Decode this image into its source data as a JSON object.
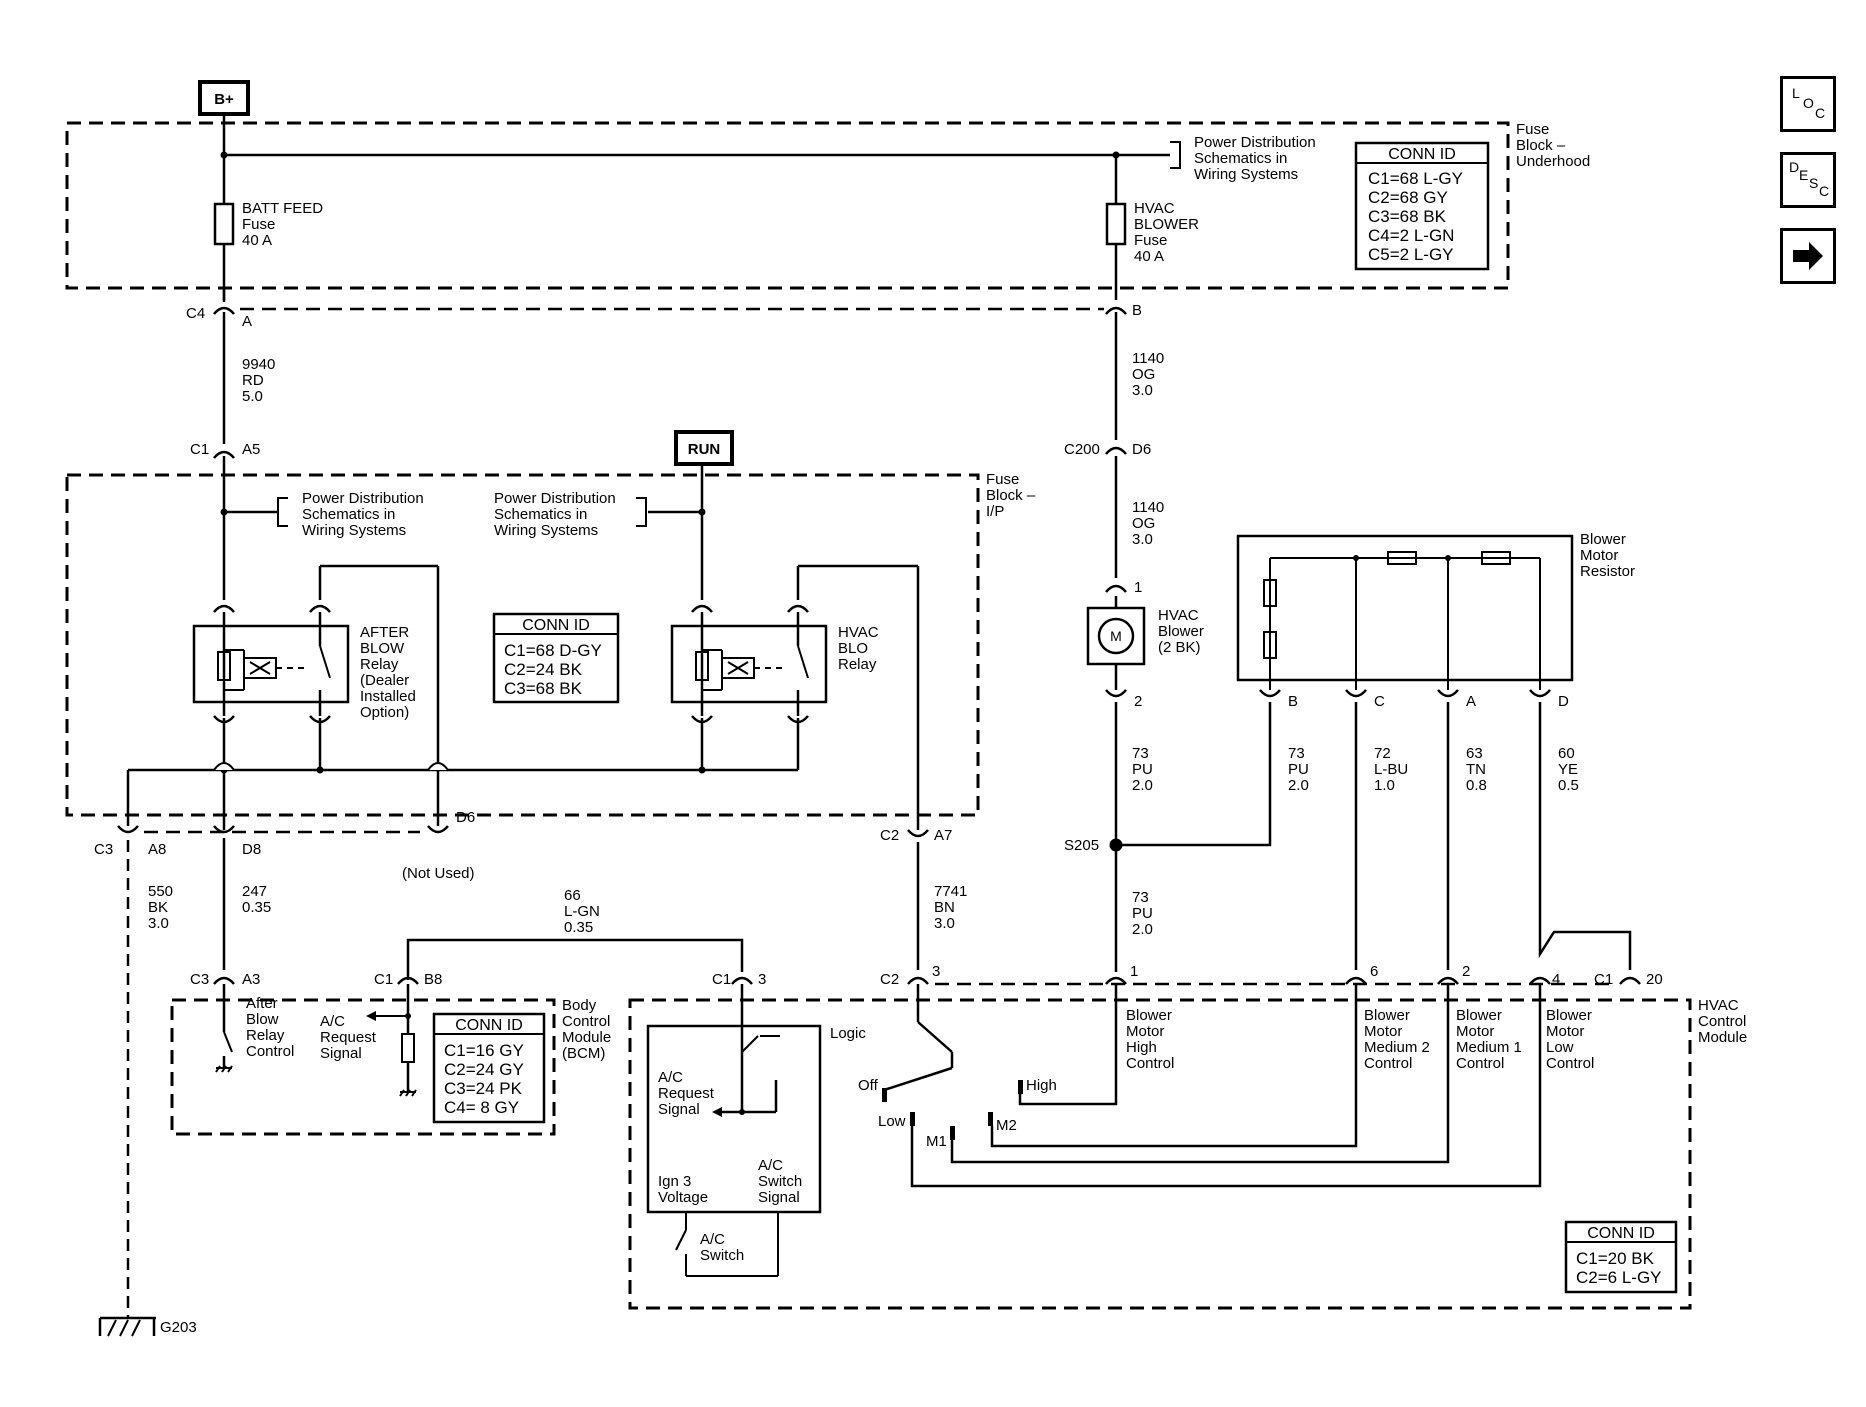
{
  "nav": {
    "loc": [
      "L",
      "O",
      "C"
    ],
    "desc": [
      "D",
      "E",
      "S",
      "C"
    ],
    "next_icon": "right-arrow-icon"
  },
  "power": {
    "bplus": "B+",
    "run": "RUN"
  },
  "fuse_block_underhood": {
    "label": [
      "Fuse",
      "Block –",
      "Underhood"
    ],
    "batt_fuse": [
      "BATT FEED",
      "Fuse",
      "40 A"
    ],
    "hvac_fuse": [
      "HVAC",
      "BLOWER",
      "Fuse",
      "40 A"
    ],
    "pds": [
      "Power Distribution",
      "Schematics in",
      "Wiring Systems"
    ],
    "conn_title": "CONN ID",
    "conn": [
      "C1=68 L-GY",
      "C2=68 GY",
      "C3=68 BK",
      "C4=2 L-GN",
      "C5=2 L-GY"
    ]
  },
  "fuse_block_ip": {
    "label": [
      "Fuse",
      "Block –",
      "I/P"
    ],
    "pds_left": [
      "Power Distribution",
      "Schematics in",
      "Wiring Systems"
    ],
    "pds_right": [
      "Power Distribution",
      "Schematics in",
      "Wiring Systems"
    ],
    "after_blow_relay": [
      "AFTER",
      "BLOW",
      "Relay",
      "(Dealer",
      "Installed",
      "Option)"
    ],
    "hvac_blo_relay": [
      "HVAC",
      "BLO",
      "Relay"
    ],
    "conn_title": "CONN ID",
    "conn": [
      "C1=68 D-GY",
      "C2=24 BK",
      "C3=68 BK"
    ],
    "not_used": "(Not Used)"
  },
  "connectors": {
    "c4": "C4",
    "a": "A",
    "b": "B",
    "c1": "C1",
    "a5": "A5",
    "c200": "C200",
    "d6": "D6",
    "c3": "C3",
    "a8": "A8",
    "d8": "D8",
    "d6b": "D6",
    "c2": "C2",
    "a7": "A7",
    "a3": "A3",
    "b8": "B8",
    "pin3": "3",
    "bcm_c3": "C3",
    "bcm_c1": "C1",
    "logic_c1": "C1",
    "hvac_c2": "C2",
    "hvac_pin3": "3",
    "pin1": "1",
    "pin6": "6",
    "pin2": "2",
    "pin4": "4",
    "hvac_c1": "C1",
    "pin20": "20",
    "motor1": "1",
    "motor2": "2",
    "res_b": "B",
    "res_c": "C",
    "res_a": "A",
    "res_d": "D"
  },
  "wires": {
    "w9940": [
      "9940",
      "RD",
      "5.0"
    ],
    "w1140a": [
      "1140",
      "OG",
      "3.0"
    ],
    "w1140b": [
      "1140",
      "OG",
      "3.0"
    ],
    "w550": [
      "550",
      "BK",
      "3.0"
    ],
    "w247": [
      "247",
      "0.35"
    ],
    "w66": [
      "66",
      "L-GN",
      "0.35"
    ],
    "w7741": [
      "7741",
      "BN",
      "3.0"
    ],
    "w73a": [
      "73",
      "PU",
      "2.0"
    ],
    "w73b": [
      "73",
      "PU",
      "2.0"
    ],
    "w73c": [
      "73",
      "PU",
      "2.0"
    ],
    "w72": [
      "72",
      "L-BU",
      "1.0"
    ],
    "w63": [
      "63",
      "TN",
      "0.8"
    ],
    "w60": [
      "60",
      "YE",
      "0.5"
    ]
  },
  "splice": "S205",
  "ground": "G203",
  "blower": {
    "label": [
      "HVAC",
      "Blower",
      "(2 BK)"
    ],
    "m": "M"
  },
  "resistor": {
    "label": [
      "Blower",
      "Motor",
      "Resistor"
    ]
  },
  "bcm": {
    "label": [
      "Body",
      "Control",
      "Module",
      "(BCM)"
    ],
    "abrc": [
      "After",
      "Blow",
      "Relay",
      "Control"
    ],
    "acreq": [
      "A/C",
      "Request",
      "Signal"
    ],
    "conn_title": "CONN ID",
    "conn": [
      "C1=16 GY",
      "C2=24 GY",
      "C3=24 PK",
      "C4=  8 GY"
    ]
  },
  "hvac_module": {
    "label": [
      "HVAC",
      "Control",
      "Module"
    ],
    "logic": "Logic",
    "acreq": [
      "A/C",
      "Request",
      "Signal"
    ],
    "ign": [
      "Ign 3",
      "Voltage"
    ],
    "acsw_sig": [
      "A/C",
      "Switch",
      "Signal"
    ],
    "acsw": [
      "A/C",
      "Switch"
    ],
    "off": "Off",
    "low": "Low",
    "m1": "M1",
    "m2": "M2",
    "high": "High",
    "bm_high": [
      "Blower",
      "Motor",
      "High",
      "Control"
    ],
    "bm_med2": [
      "Blower",
      "Motor",
      "Medium 2",
      "Control"
    ],
    "bm_med1": [
      "Blower",
      "Motor",
      "Medium 1",
      "Control"
    ],
    "bm_low": [
      "Blower",
      "Motor",
      "Low",
      "Control"
    ],
    "conn_title": "CONN ID",
    "conn": [
      "C1=20 BK",
      "C2=6 L-GY"
    ]
  }
}
